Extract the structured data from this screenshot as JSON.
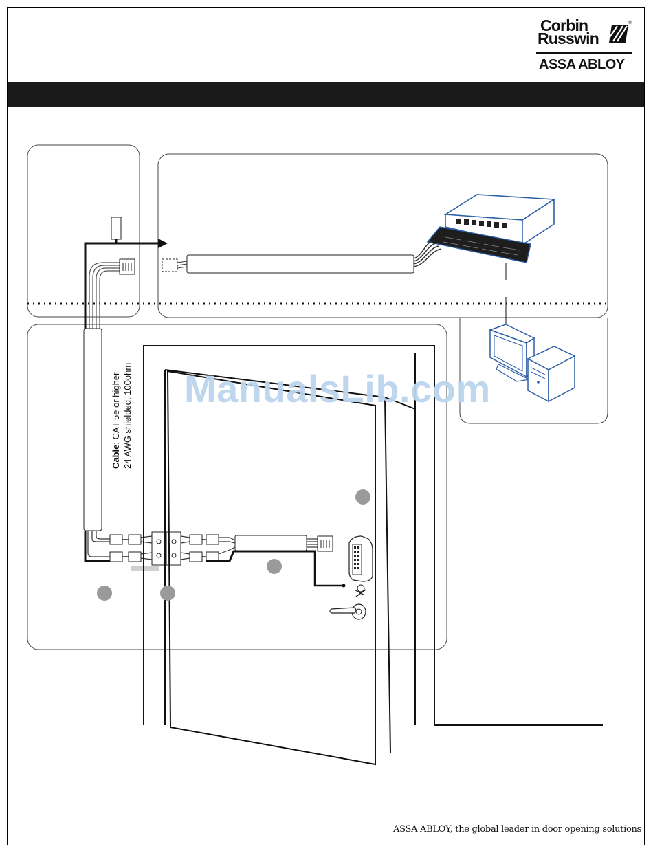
{
  "brand": {
    "logo_line1": "Corbin",
    "logo_line2": "Russwin",
    "registered_mark": "®",
    "parent_brand": "ASSA ABLOY"
  },
  "diagram": {
    "cable_label_bold": "Cable",
    "cable_label_line1_rest": ": CAT 5e or higher",
    "cable_label_line2": "24 AWG shielded, 100ohm",
    "step_markers": [
      "",
      "",
      "",
      ""
    ],
    "icons": [
      "network-switch-icon",
      "patch-panel-icon",
      "computer-monitor-icon",
      "computer-tower-icon",
      "keypad-lock-icon",
      "lever-handle-icon",
      "rj45-connector-icon",
      "door-icon"
    ]
  },
  "watermark": "ManualsLib.com",
  "footer": {
    "tagline": "ASSA ABLOY, the global leader in door opening solutions"
  },
  "colors": {
    "header_bar": "#1a1a1a",
    "marker_gray": "#9a9a9a",
    "switch_outline": "#2d5fa8",
    "watermark": "#bcd4ef"
  }
}
